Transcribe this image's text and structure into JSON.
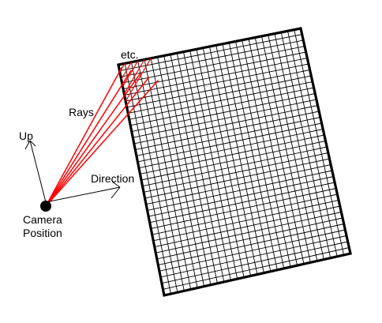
{
  "labels": {
    "etc": "etc.",
    "rays": "Rays",
    "up": "Up",
    "direction": "Direction",
    "camera_line1": "Camera",
    "camera_line2": "Position"
  },
  "grid": {
    "columns": 28,
    "rows": 38
  },
  "rays": {
    "count": 5
  },
  "colors": {
    "ray": "#ff0000",
    "grid_line": "#000000",
    "frame": "#000000",
    "camera": "#000000",
    "background": "#ffffff"
  }
}
